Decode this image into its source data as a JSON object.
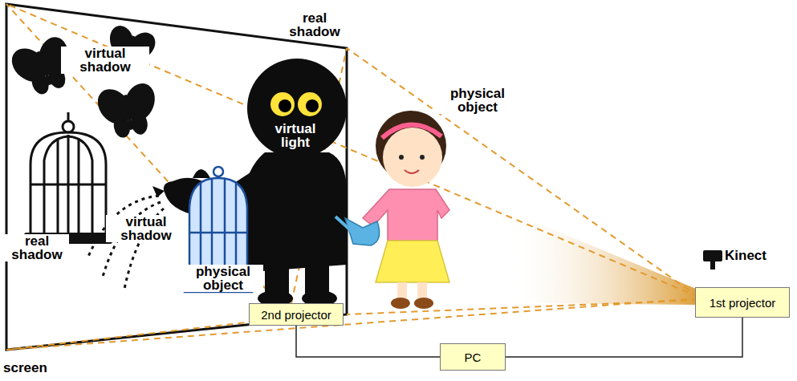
{
  "diagram": {
    "nodes": [
      {
        "text": [
          "2nd projector"
        ]
      },
      {
        "text": [
          "1st projector"
        ]
      },
      {
        "text": [
          "PC"
        ]
      }
    ],
    "edges": [
      {
        "from": 2,
        "to": 0,
        "arrow": "none"
      },
      {
        "from": 2,
        "to": 1,
        "arrow": "none"
      }
    ],
    "labels": [
      "virtual shadow",
      "real shadow",
      "virtual light",
      "physical object",
      "virtual shadow",
      "real shadow",
      "physical object",
      "Kinect",
      "screen"
    ]
  }
}
